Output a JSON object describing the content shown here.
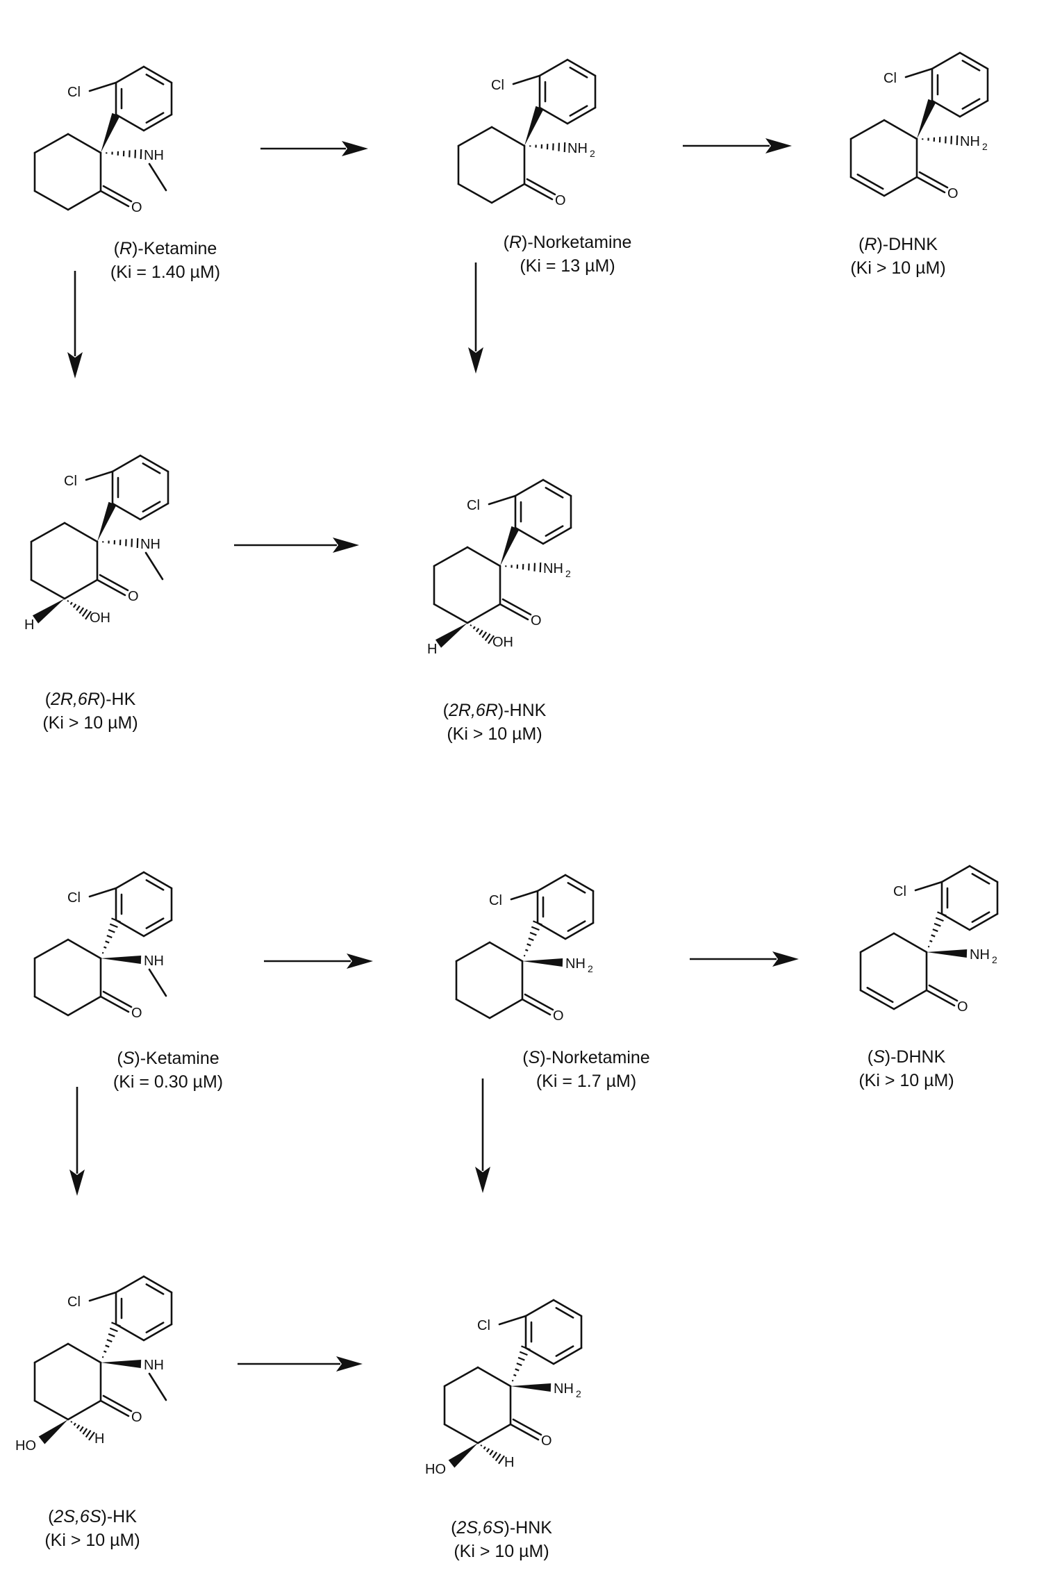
{
  "compounds": [
    {
      "id": "r_ketamine",
      "label_pre": "(",
      "label_stereo": "R",
      "label_post": ")-Ketamine",
      "ki": "(Ki = 1.40 µM)",
      "amine": "NH",
      "methyl": true,
      "oxidation": "none",
      "stereo": "R"
    },
    {
      "id": "r_norketamine",
      "label_pre": "(",
      "label_stereo": "R",
      "label_post": ")-Norketamine",
      "ki": "(Ki = 13 µM)",
      "amine": "NH2",
      "methyl": false,
      "oxidation": "none",
      "stereo": "R"
    },
    {
      "id": "r_dhnk",
      "label_pre": "(",
      "label_stereo": "R",
      "label_post": ")-DHNK",
      "ki": "(Ki > 10 µM)",
      "amine": "NH2",
      "methyl": false,
      "oxidation": "dehydro",
      "stereo": "R"
    },
    {
      "id": "r_hk",
      "label_pre": "(",
      "label_stereo": "2R,6R",
      "label_post": ")-HK",
      "ki": "(Ki > 10 µM)",
      "amine": "NH",
      "methyl": true,
      "oxidation": "hydroxy",
      "stereo": "R"
    },
    {
      "id": "r_hnk",
      "label_pre": "(",
      "label_stereo": "2R,6R",
      "label_post": ")-HNK",
      "ki": "(Ki > 10 µM)",
      "amine": "NH2",
      "methyl": false,
      "oxidation": "hydroxy",
      "stereo": "R"
    },
    {
      "id": "s_ketamine",
      "label_pre": "(",
      "label_stereo": "S",
      "label_post": ")-Ketamine",
      "ki": "(Ki = 0.30 µM)",
      "amine": "NH",
      "methyl": true,
      "oxidation": "none",
      "stereo": "S"
    },
    {
      "id": "s_norketamine",
      "label_pre": "(",
      "label_stereo": "S",
      "label_post": ")-Norketamine",
      "ki": "(Ki = 1.7 µM)",
      "amine": "NH2",
      "methyl": false,
      "oxidation": "none",
      "stereo": "S"
    },
    {
      "id": "s_dhnk",
      "label_pre": "(",
      "label_stereo": "S",
      "label_post": ")-DHNK",
      "ki": "(Ki > 10 µM)",
      "amine": "NH2",
      "methyl": false,
      "oxidation": "dehydro",
      "stereo": "S"
    },
    {
      "id": "s_hk",
      "label_pre": "(",
      "label_stereo": "2S,6S",
      "label_post": ")-HK",
      "ki": "(Ki > 10 µM)",
      "amine": "NH",
      "methyl": true,
      "oxidation": "hydroxy",
      "stereo": "S"
    },
    {
      "id": "s_hnk",
      "label_pre": "(",
      "label_stereo": "2S,6S",
      "label_post": ")-HNK",
      "ki": "(Ki > 10 µM)",
      "amine": "NH2",
      "methyl": false,
      "oxidation": "hydroxy",
      "stereo": "S"
    }
  ],
  "atoms": {
    "chlorine": "Cl",
    "oxygen": "O",
    "amine_nh": "NH",
    "amine_nh2": "NH",
    "subscript_two": "2",
    "hydroxyl_oh": "OH",
    "hydroxyl_ho": "HO",
    "hydrogen": "H"
  },
  "arrows": [
    {
      "from": "r_ketamine",
      "to": "r_norketamine"
    },
    {
      "from": "r_norketamine",
      "to": "r_dhnk"
    },
    {
      "from": "r_ketamine",
      "to": "r_hk"
    },
    {
      "from": "r_norketamine",
      "to": "r_hnk"
    },
    {
      "from": "r_hk",
      "to": "r_hnk"
    },
    {
      "from": "s_ketamine",
      "to": "s_norketamine"
    },
    {
      "from": "s_norketamine",
      "to": "s_dhnk"
    },
    {
      "from": "s_ketamine",
      "to": "s_hk"
    },
    {
      "from": "s_norketamine",
      "to": "s_hnk"
    },
    {
      "from": "s_hk",
      "to": "s_hnk"
    }
  ]
}
